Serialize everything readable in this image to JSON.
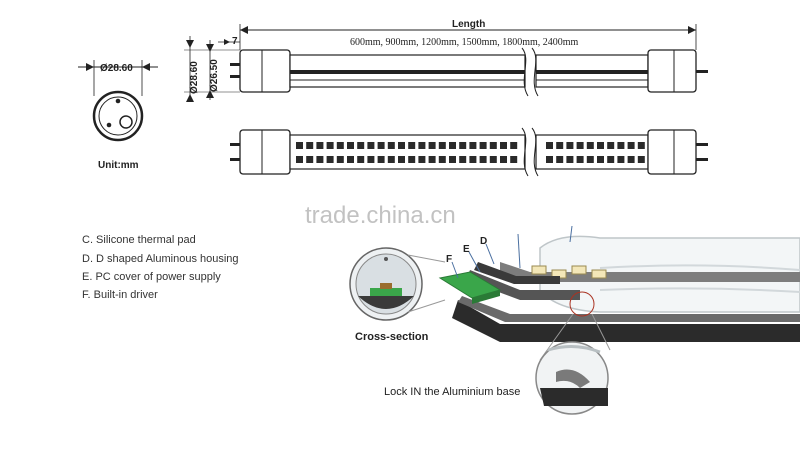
{
  "dimensions": {
    "outer_diameter": "Ø28.60",
    "left_28_60": "Ø28.60",
    "left_26_50": "Ø26.50",
    "pin_offset": "7",
    "length_label": "Length",
    "length_values": "600mm, 900mm, 1200mm, 1500mm, 1800mm, 2400mm"
  },
  "unit_label": "Unit:mm",
  "legend": {
    "items": [
      "C. Silicone thermal pad",
      "D. D shaped Aluminous housing",
      "E. PC cover of power supply",
      "F. Built-in driver"
    ]
  },
  "callouts": {
    "cross_section": "Cross-section",
    "lock": "Lock IN the Aluminium base",
    "letter_f": "F",
    "letter_e": "E",
    "letter_d": "D"
  },
  "watermark": "trade.china.cn",
  "colors": {
    "line": "#222222",
    "led": "#2a2a2a",
    "green_board": "#3aa64a",
    "housing_dark": "#2b2b2b",
    "lens_gray": "#cfd6d8"
  }
}
